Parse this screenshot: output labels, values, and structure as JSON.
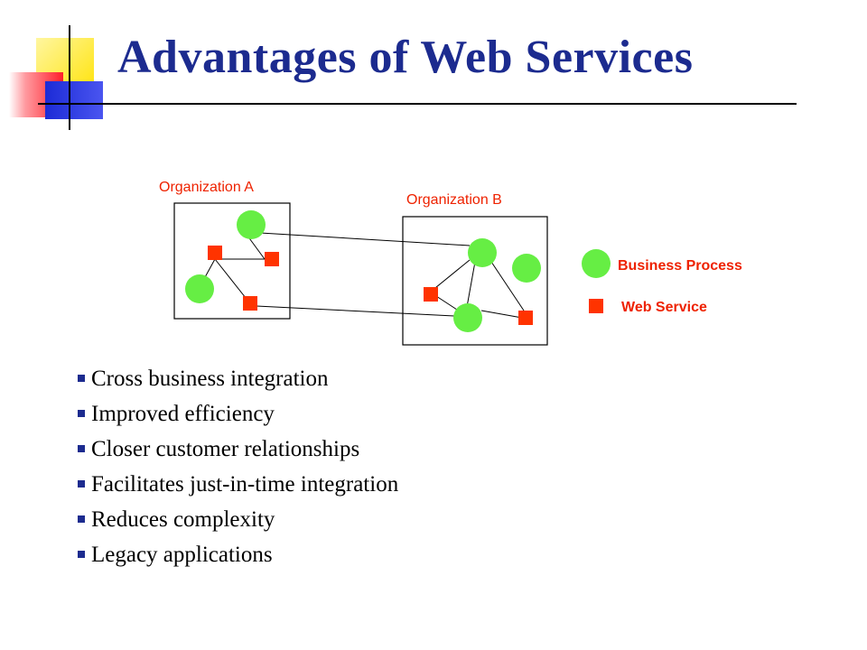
{
  "slide": {
    "title": "Advantages of Web Services"
  },
  "diagram": {
    "org_a_label": "Organization A",
    "org_b_label": "Organization B",
    "legend": {
      "business_process_label": "Business Process",
      "web_service_label": "Web Service"
    },
    "colors": {
      "business_process": "#66ee44",
      "web_service": "#ff3300",
      "label": "#ee2200"
    }
  },
  "bullets": [
    "Cross business integration",
    "Improved efficiency",
    "Closer customer relationships",
    "Facilitates just-in-time integration",
    "Reduces complexity",
    "Legacy applications"
  ],
  "colors": {
    "title": "#1c2b8f"
  }
}
